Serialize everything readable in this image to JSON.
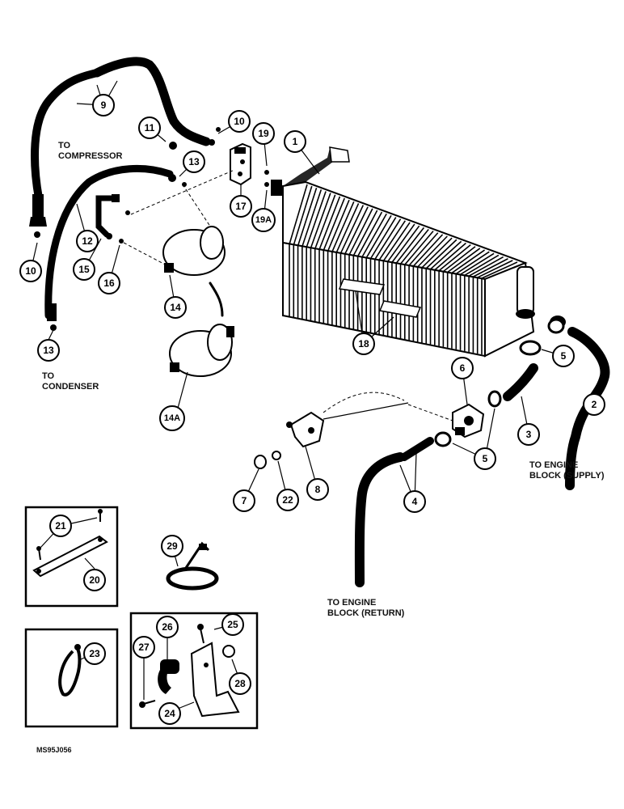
{
  "diagram": {
    "labels": {
      "to_compressor": [
        "TO",
        "COMPRESSOR"
      ],
      "to_condenser": [
        "TO",
        "CONDENSER"
      ],
      "to_engine_supply": [
        "TO ENGINE",
        "BLOCK (SUPPLY)"
      ],
      "to_engine_return": [
        "TO ENGINE",
        "BLOCK (RETURN)"
      ],
      "figure_id": "MS95J056"
    },
    "callouts": {
      "c1": "1",
      "c2": "2",
      "c3": "3",
      "c4": "4",
      "c5a": "5",
      "c5b": "5",
      "c6": "6",
      "c7": "7",
      "c8": "8",
      "c9": "9",
      "c10a": "10",
      "c10b": "10",
      "c11": "11",
      "c12": "12",
      "c13a": "13",
      "c13b": "13",
      "c14": "14",
      "c14a": "14A",
      "c15": "15",
      "c16": "16",
      "c17": "17",
      "c18": "18",
      "c19": "19",
      "c19a": "19A",
      "c20": "20",
      "c21": "21",
      "c22": "22",
      "c23": "23",
      "c24": "24",
      "c25": "25",
      "c26": "26",
      "c27": "27",
      "c28": "28",
      "c29": "29"
    }
  }
}
